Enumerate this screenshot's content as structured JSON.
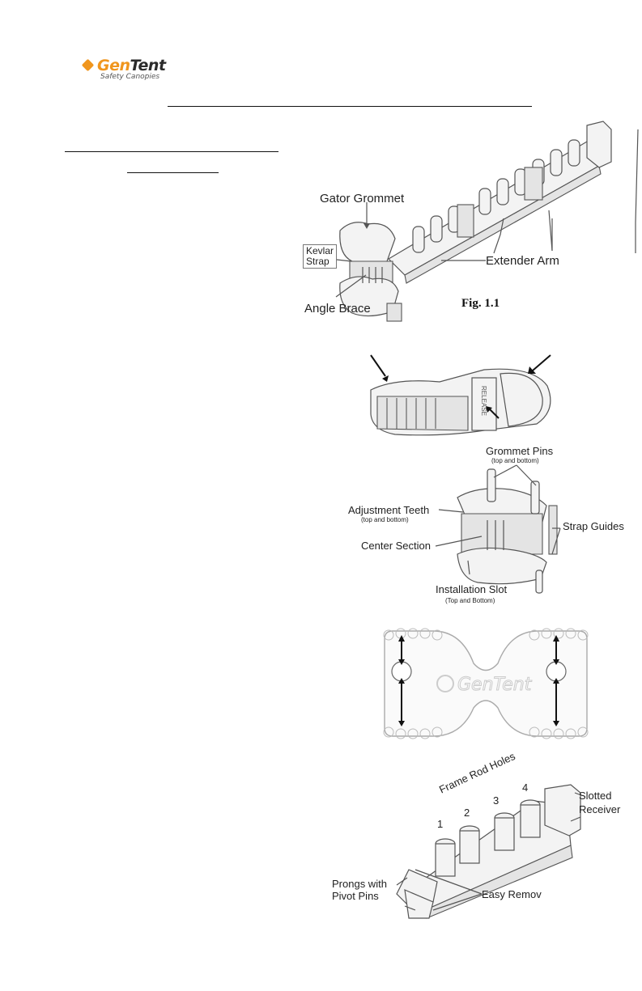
{
  "logo": {
    "word_gen": "Gen",
    "word_tent": "Tent",
    "subtitle": "Safety Canopies"
  },
  "figure1": {
    "labels": {
      "gator_grommet": "Gator Grommet",
      "kevlar_strap": "Kevlar\nStrap",
      "extender_arm": "Extender Arm",
      "angle_brace": "Angle Brace"
    },
    "caption": "Fig. 1.1"
  },
  "figure3": {
    "labels": {
      "grommet_pins": "Grommet Pins",
      "grommet_pins_note": "(top and bottom)",
      "adjustment_teeth": "Adjustment Teeth",
      "adjustment_teeth_note": "(top and bottom)",
      "center_section": "Center Section",
      "strap_guides": "Strap Guides",
      "installation_slot": "Installation Slot",
      "installation_slot_note": "(Top and Bottom)"
    }
  },
  "figure4": {
    "logo_text": "GenTent"
  },
  "figure5": {
    "labels": {
      "frame_rod_holes": "Frame Rod Holes",
      "hole_1": "1",
      "hole_2": "2",
      "hole_3": "3",
      "hole_4": "4",
      "slotted_receiver": "Slotted\nReceiver",
      "prongs_pivot_pins": "Prongs with\nPivot Pins",
      "easy_removal": "Easy Remov"
    }
  },
  "buckle": {
    "release_text": "RELEASE"
  }
}
